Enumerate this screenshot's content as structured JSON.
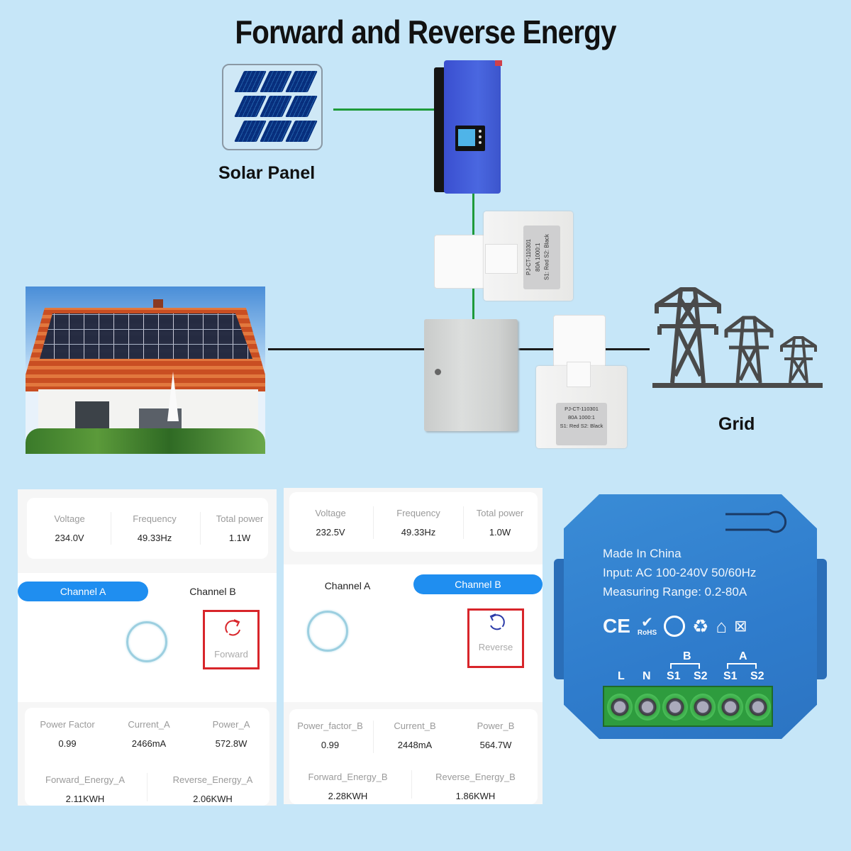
{
  "title": "Forward and Reverse Energy",
  "diagram": {
    "solar_panel_label": "Solar Panel",
    "grid_label": "Grid",
    "inverter": {
      "name": "grid-tie-inverter"
    },
    "ct_clamp_top": {
      "lines": [
        "PJ-CT-110301",
        "80A 1000:1",
        "S1: Red  S2: Black"
      ]
    },
    "ct_clamp_right": {
      "lines": [
        "PJ-CT-110301",
        "80A 1000:1",
        "S1: Red  S2: Black"
      ]
    },
    "colors": {
      "dc_wire": "#1e9a3a",
      "ac_wire": "#1a1a1a",
      "background": "#c6e6f8"
    }
  },
  "app_a": {
    "top_stats": [
      {
        "key": "Voltage",
        "value": "234.0V"
      },
      {
        "key": "Frequency",
        "value": "49.33Hz"
      },
      {
        "key": "Total power",
        "value": "1.1W"
      }
    ],
    "tabs": [
      {
        "label": "Channel A",
        "active": true
      },
      {
        "label": "Channel B",
        "active": false
      }
    ],
    "direction": {
      "icon": "rotate-cw-icon",
      "label": "Forward",
      "color": "#d8252a"
    },
    "stats_row1": [
      {
        "key": "Power Factor",
        "value": "0.99"
      },
      {
        "key": "Current_A",
        "value": "2466mA"
      },
      {
        "key": "Power_A",
        "value": "572.8W"
      }
    ],
    "stats_row2": [
      {
        "key": "Forward_Energy_A",
        "value": "2.11KWH"
      },
      {
        "key": "Reverse_Energy_A",
        "value": "2.06KWH"
      }
    ]
  },
  "app_b": {
    "top_stats": [
      {
        "key": "Voltage",
        "value": "232.5V"
      },
      {
        "key": "Frequency",
        "value": "49.33Hz"
      },
      {
        "key": "Total power",
        "value": "1.0W"
      }
    ],
    "tabs": [
      {
        "label": "Channel A",
        "active": false
      },
      {
        "label": "Channel B",
        "active": true
      }
    ],
    "direction": {
      "icon": "rotate-ccw-icon",
      "label": "Reverse",
      "color": "#2a3aa8"
    },
    "stats_row1": [
      {
        "key": "Power_factor_B",
        "value": "0.99"
      },
      {
        "key": "Current_B",
        "value": "2448mA"
      },
      {
        "key": "Power_B",
        "value": "564.7W"
      }
    ],
    "stats_row2": [
      {
        "key": "Forward_Energy_B",
        "value": "2.28KWH"
      },
      {
        "key": "Reverse_Energy_B",
        "value": "1.86KWH"
      }
    ]
  },
  "meter": {
    "lines": [
      "Made In China",
      "Input: AC 100-240V 50/60Hz",
      "Measuring Range: 0.2-80A"
    ],
    "cert_icons": [
      "CE",
      "RoHS",
      "green-dot",
      "recycle",
      "indoor-use",
      "weee-bin"
    ],
    "group_labels": {
      "b": "B",
      "a": "A"
    },
    "terminals": [
      "L",
      "N",
      "S1",
      "S2",
      "S1",
      "S2"
    ],
    "color": "#2f7ccc"
  }
}
